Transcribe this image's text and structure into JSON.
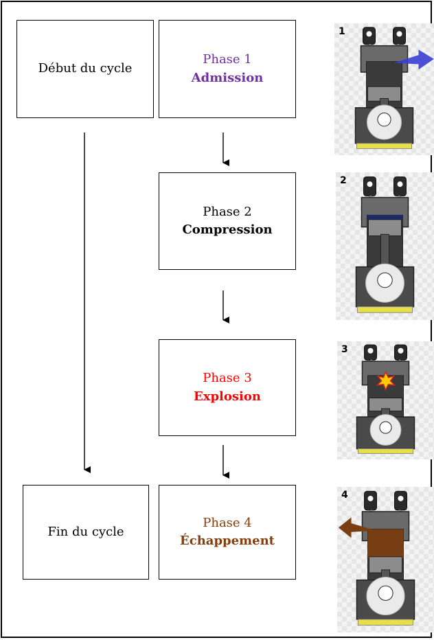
{
  "start_box": {
    "label": "Début du cycle"
  },
  "end_box": {
    "label": "Fin du cycle"
  },
  "phases": [
    {
      "line1": "Phase 1",
      "line2": "Admission",
      "color": "#7030a0",
      "step": "1"
    },
    {
      "line1": "Phase 2",
      "line2": "Compression",
      "color": "#000000",
      "step": "2"
    },
    {
      "line1": "Phase 3",
      "line2": "Explosion",
      "color": "#ff0000",
      "step": "3"
    },
    {
      "line1": "Phase 4",
      "line2": "Échappement",
      "color": "#843c0c",
      "step": "4"
    }
  ],
  "engine_colors": {
    "intake": "#3b3fd4",
    "spark": "#ffcc00",
    "exhaust": "#7a3e12",
    "oil": "#e8e04a"
  }
}
